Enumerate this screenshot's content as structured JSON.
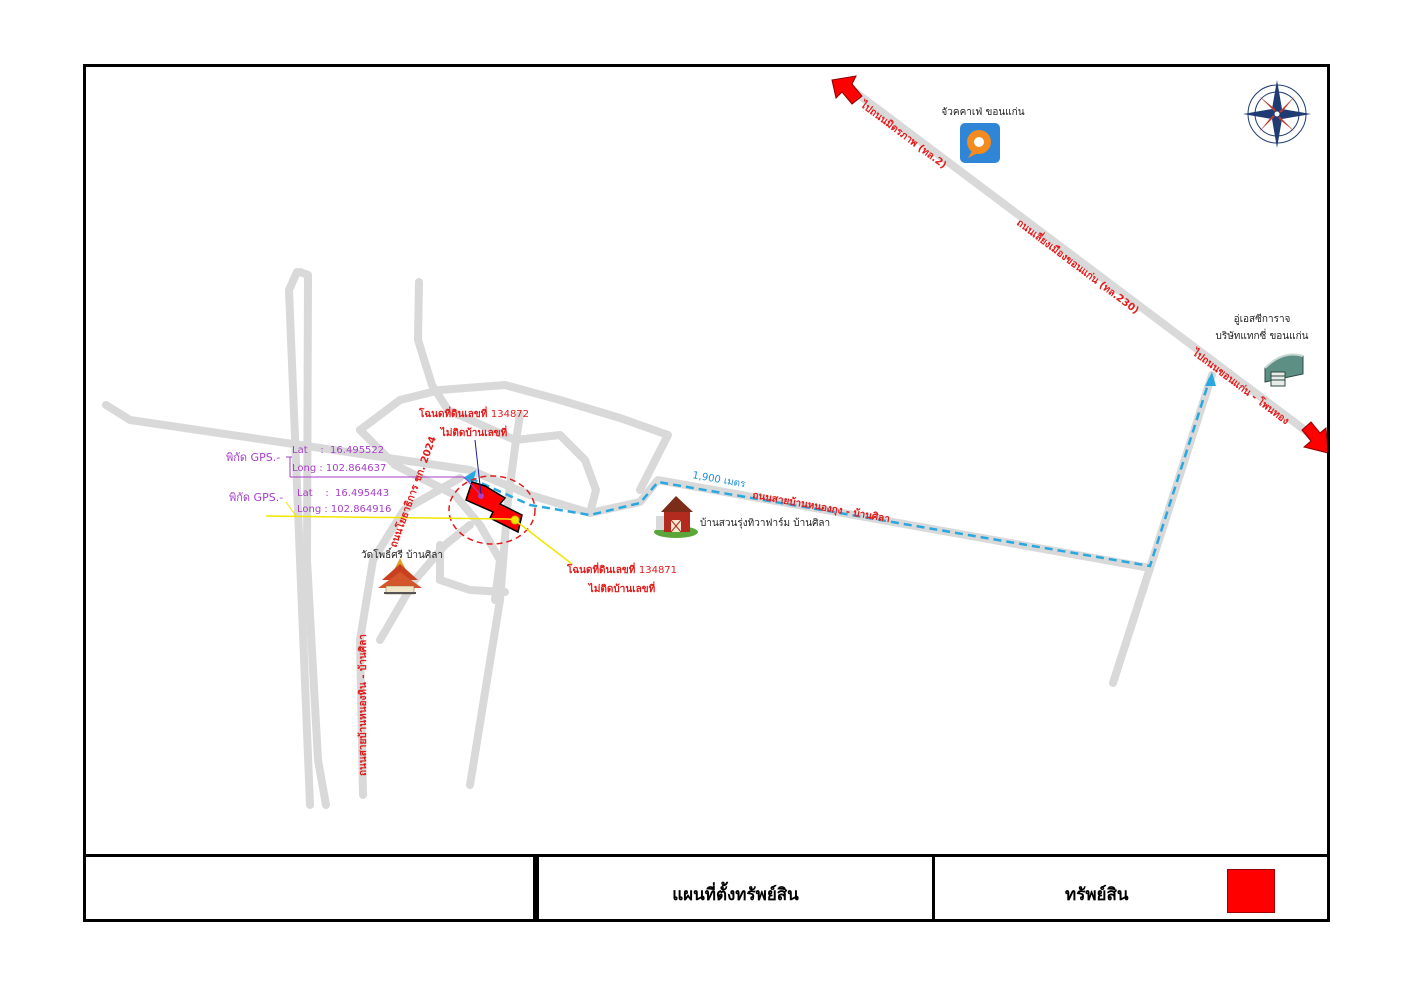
{
  "map": {
    "roads": {
      "highway_ne": "ถนนเลี่ยงเมืองขอนแก่น (ทล.230)",
      "to_mittraphap": "ไปถนนมิตรภาพ (ทล.2)",
      "to_phon_thong": "ไปถนนขอนแก่น - โพนทอง",
      "nong_kung": "ถนนสายบ้านหนองกุง - บ้านศิลา",
      "nong_hin": "ถนนสายบ้านหนองหิน - บ้านศิลา",
      "khon_kaen_2024": "ถนนโยธาธิการ ขก. 2024"
    },
    "distance": "1,900 เมตร",
    "landmarks": {
      "cafe": "จัวคคาเฟ่ ขอนแก่น",
      "garage_line1": "อู่เอสซีการาจ",
      "garage_line2": "บริษัทแทกซี่ ขอนแก่น",
      "farm": "บ้านสวนรุ่งทิวาฟาร์ม บ้านศิลา",
      "temple": "วัดโพธิ์ศรี บ้านศิลา"
    },
    "parcel_a": {
      "deed": "โฉนดที่ดินเลขที่",
      "deed_no": "134872",
      "note": "ไม่ติดบ้านเลขที่",
      "gps_label": "พิกัด GPS.-",
      "lat": "Lat    :  16.495522",
      "long": "Long : 102.864637"
    },
    "parcel_b": {
      "deed": "โฉนดที่ดินเลขที่",
      "deed_no": "134871",
      "note": "ไม่ติดบ้านเลขที่",
      "gps_label": "พิกัด GPS.-",
      "lat": "Lat    :  16.495443",
      "long": "Long : 102.864916"
    },
    "icons": [
      "compass-rose-icon",
      "cafe-icon",
      "garage-icon",
      "farm-barn-icon",
      "temple-icon",
      "direction-arrow-icon"
    ]
  },
  "legend": {
    "cell1": "",
    "title": "แผนที่ตั้งทรัพย์สิน",
    "property_label": "ทรัพย์สิน",
    "property_color": "#ff0000"
  },
  "colors": {
    "road": "#d9d9d9",
    "route": "#29a8e0",
    "label_red": "#e31b1b",
    "gps_purple": "#a63fc8",
    "gps_yellow": "#f2e600"
  }
}
